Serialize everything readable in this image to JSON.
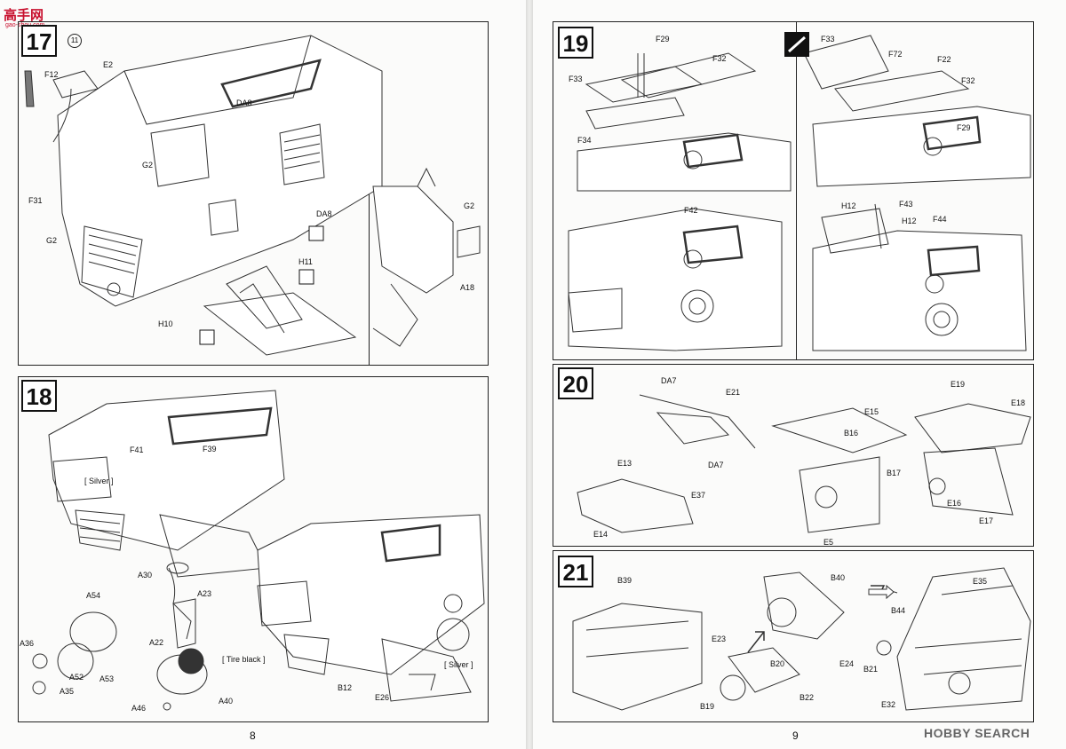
{
  "watermark": {
    "site_logo": "高手网",
    "site_url": "gao-shou.com",
    "search_logo": "HOBBY SEARCH"
  },
  "left_page": {
    "page_number": "8",
    "step17": {
      "number": "17",
      "circle_ref": "11",
      "labels": {
        "f12": "F12",
        "e2": "E2",
        "da8a": "DA8",
        "g2a": "G2",
        "f31": "F31",
        "g2b": "G2",
        "da8b": "DA8",
        "h11": "H11",
        "h10": "H10",
        "g2c": "G2",
        "a18": "A18"
      }
    },
    "step18": {
      "number": "18",
      "labels": {
        "f41": "F41",
        "f39": "F39",
        "silver1": "[ Silver ]",
        "a30": "A30",
        "a23": "A23",
        "a54": "A54",
        "a22": "A22",
        "tire": "[ Tire black ]",
        "a36": "A36",
        "a52": "A52",
        "a53": "A53",
        "a35": "A35",
        "a40": "A40",
        "a46": "A46",
        "silver2": "[ Silver ]",
        "b12": "B12",
        "e26": "E26"
      }
    }
  },
  "right_page": {
    "page_number": "9",
    "step19": {
      "number": "19",
      "labels": {
        "f29": "F29",
        "f32": "F32",
        "f33": "F33",
        "f34": "F34",
        "f42": "F42",
        "f33b": "F33",
        "f72": "F72",
        "f22": "F22",
        "f32b": "F32",
        "f29b": "F29",
        "h12a": "H12",
        "f43": "F43",
        "h12b": "H12",
        "f44": "F44"
      }
    },
    "step20": {
      "number": "20",
      "labels": {
        "da7a": "DA7",
        "e21": "E21",
        "da7b": "DA7",
        "e13": "E13",
        "e37": "E37",
        "e14": "E14",
        "e15": "E15",
        "b16": "B16",
        "b17": "B17",
        "e5": "E5",
        "e19": "E19",
        "e18": "E18",
        "e16": "E16",
        "e17": "E17"
      }
    },
    "step21": {
      "number": "21",
      "labels": {
        "b39": "B39",
        "b40": "B40",
        "e35": "E35",
        "b44": "B44",
        "e23": "E23",
        "b20": "B20",
        "e24": "E24",
        "b21": "B21",
        "b19": "B19",
        "b22": "B22",
        "e32": "E32"
      }
    }
  }
}
